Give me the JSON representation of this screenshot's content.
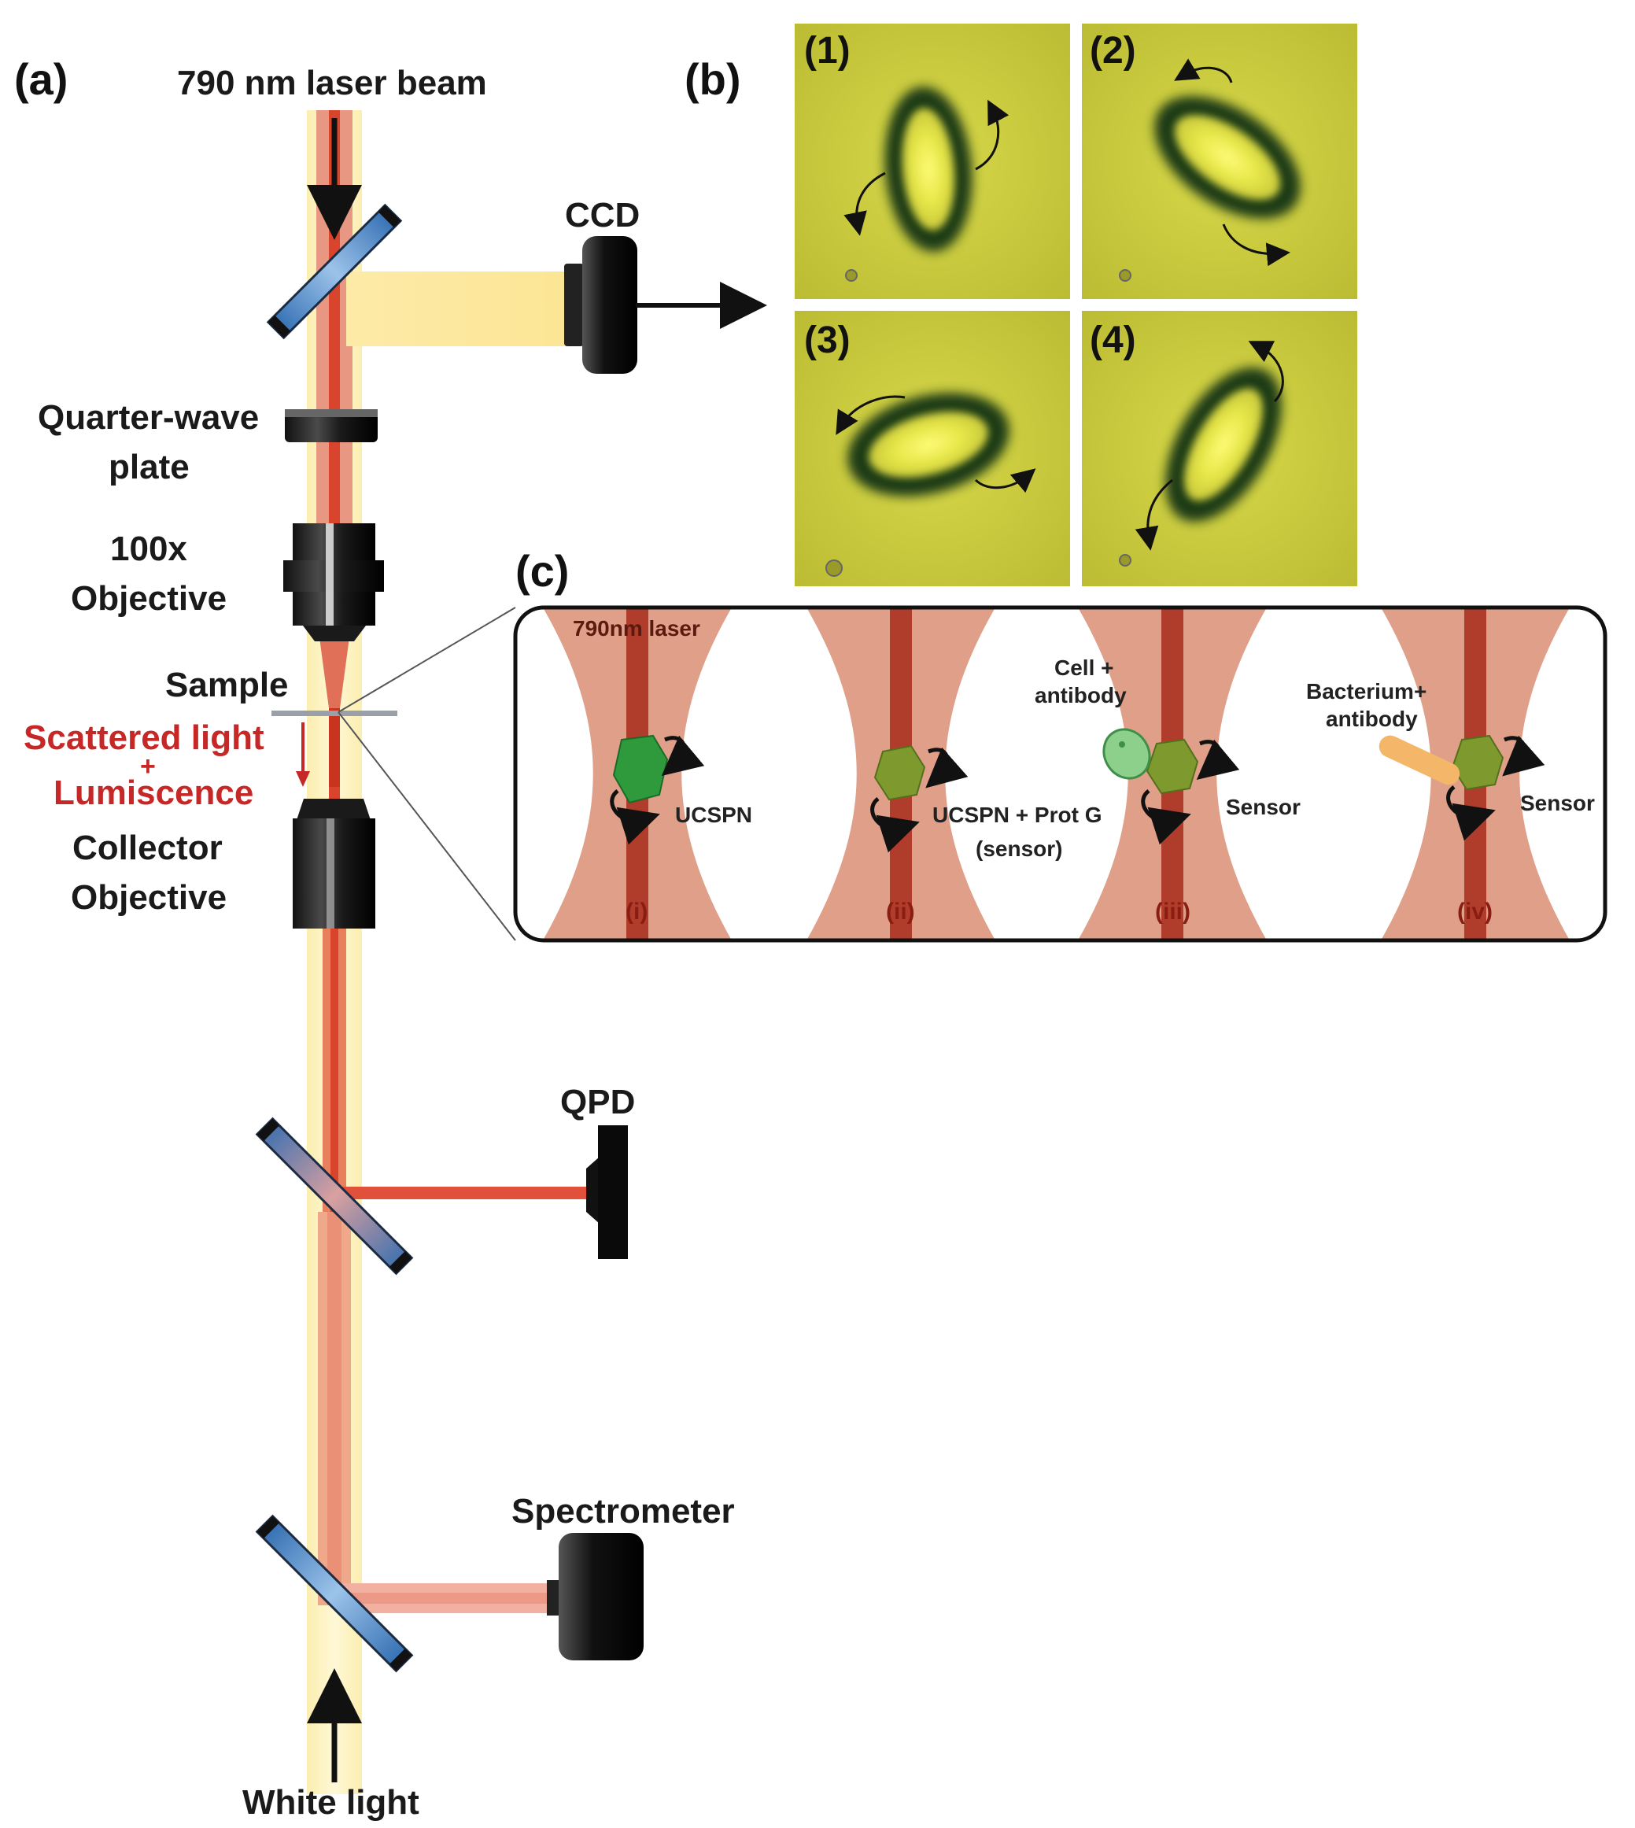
{
  "panel_labels": {
    "a": "(a)",
    "b": "(b)",
    "c": "(c)"
  },
  "setup": {
    "laser_label": "790 nm laser beam",
    "ccd": "CCD",
    "quarter_wave": [
      "Quarter-wave",
      "plate"
    ],
    "objective": [
      "100x",
      "Objective"
    ],
    "sample": "Sample",
    "scattered": [
      "Scattered light",
      "+",
      "Lumiscence"
    ],
    "collector": [
      "Collector",
      "Objective"
    ],
    "qpd": "QPD",
    "spectrometer": "Spectrometer",
    "white_light": "White light"
  },
  "frames": [
    "(1)",
    "(2)",
    "(3)",
    "(4)"
  ],
  "inset": {
    "laser_label": "790nm laser",
    "stages": [
      {
        "roman": "(i)",
        "labels": [
          "UCSPN"
        ]
      },
      {
        "roman": "(ii)",
        "labels": [
          "UCSPN + Prot G",
          "(sensor)"
        ]
      },
      {
        "roman": "(iii)",
        "labels": [
          "Sensor"
        ],
        "target": [
          "Cell +",
          "antibody"
        ]
      },
      {
        "roman": "(iv)",
        "labels": [
          "Sensor"
        ],
        "target": [
          "Bacterium+",
          "antibody"
        ]
      }
    ]
  },
  "colors": {
    "laser_red": "#d9452c",
    "white_light": "#fbeeb0",
    "frame_bg": "#c8c83a",
    "mirror_blue": "#3b7fc4",
    "nanoparticle_green": "#3aa845",
    "sensor_olive": "#7e9a2e"
  }
}
